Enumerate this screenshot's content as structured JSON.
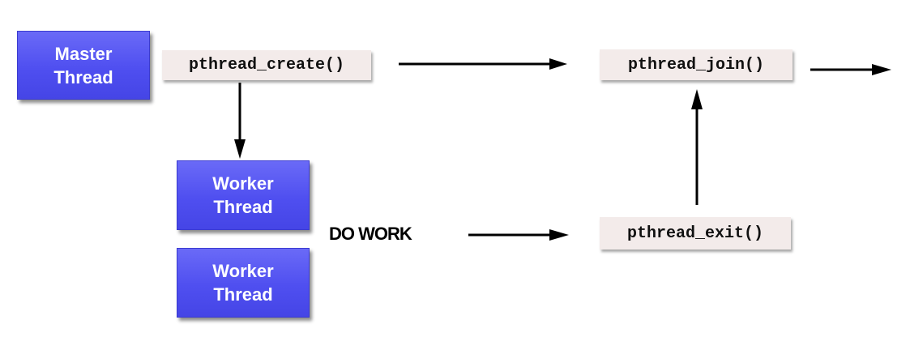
{
  "master": {
    "line1": "Master",
    "line2": "Thread"
  },
  "workers": [
    {
      "line1": "Worker",
      "line2": "Thread"
    },
    {
      "line1": "Worker",
      "line2": "Thread"
    }
  ],
  "functions": {
    "create": "pthread_create()",
    "join": "pthread_join()",
    "exit": "pthread_exit()"
  },
  "do_work_label": "DO WORK",
  "colors": {
    "thread_box": "#5050f0",
    "function_box": "#f3ebea",
    "arrow": "#000000"
  }
}
